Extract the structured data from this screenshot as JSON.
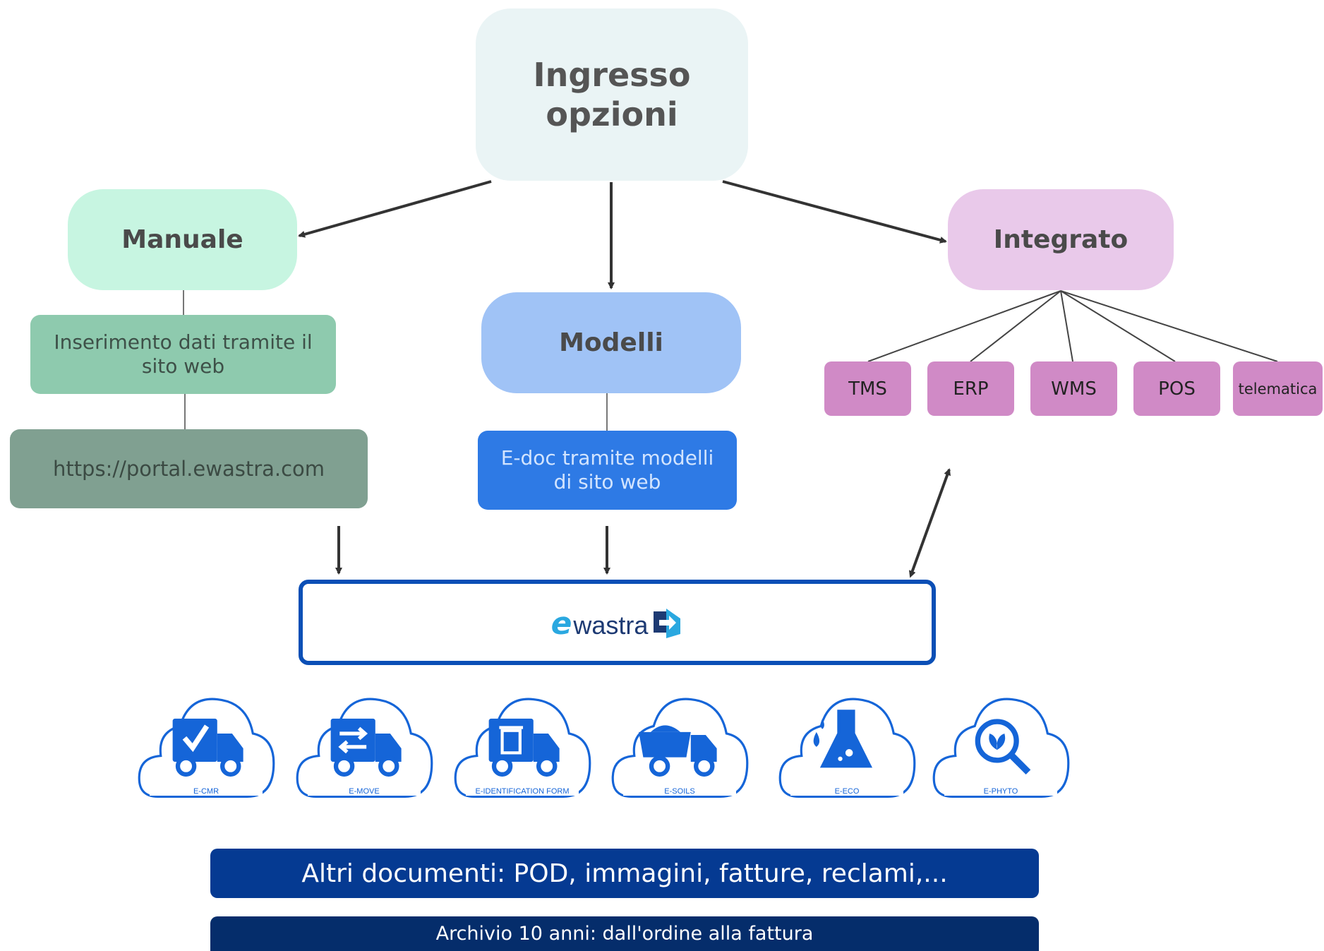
{
  "entry": {
    "title_line1": "Ingresso",
    "title_line2": "opzioni"
  },
  "manual": {
    "title": "Manuale",
    "step1": "Inserimento dati tramite il sito web",
    "step2": "https://portal.ewastra.com"
  },
  "models": {
    "title": "Modelli",
    "step1": "E-doc tramite modelli di sito web"
  },
  "integrated": {
    "title": "Integrato",
    "systems": [
      "TMS",
      "ERP",
      "WMS",
      "POS",
      "telematica"
    ]
  },
  "platform": {
    "logo_text": "wastra",
    "logo_e": "e"
  },
  "clouds": [
    {
      "label": "E-CMR",
      "icon": "truck-check-icon"
    },
    {
      "label": "E-MOVE",
      "icon": "truck-transfer-icon"
    },
    {
      "label": "E-IDENTIFICATION FORM",
      "icon": "truck-trash-icon"
    },
    {
      "label": "E-SOILS",
      "icon": "dump-truck-icon"
    },
    {
      "label": "E-ECO",
      "icon": "flask-icon"
    },
    {
      "label": "E-PHYTO",
      "icon": "plant-search-icon"
    }
  ],
  "footer": {
    "other_docs": "Altri documenti: POD, immagini, fatture, reclami,...",
    "archive": "Archivio 10 anni: dall'ordine alla fattura"
  },
  "colors": {
    "entry": "#eaf4f5",
    "manual": "#c7f5e1",
    "manual_step1": "#8ecaae",
    "manual_step2": "#80a091",
    "models": "#a0c3f6",
    "models_step1": "#2e7ae5",
    "integrated": "#e9c9ea",
    "system_pill": "#d08ac6",
    "platform_border": "#0b4fb6",
    "cloud_blue": "#1565d8",
    "bar1": "#053a92",
    "bar2": "#052d6b"
  }
}
